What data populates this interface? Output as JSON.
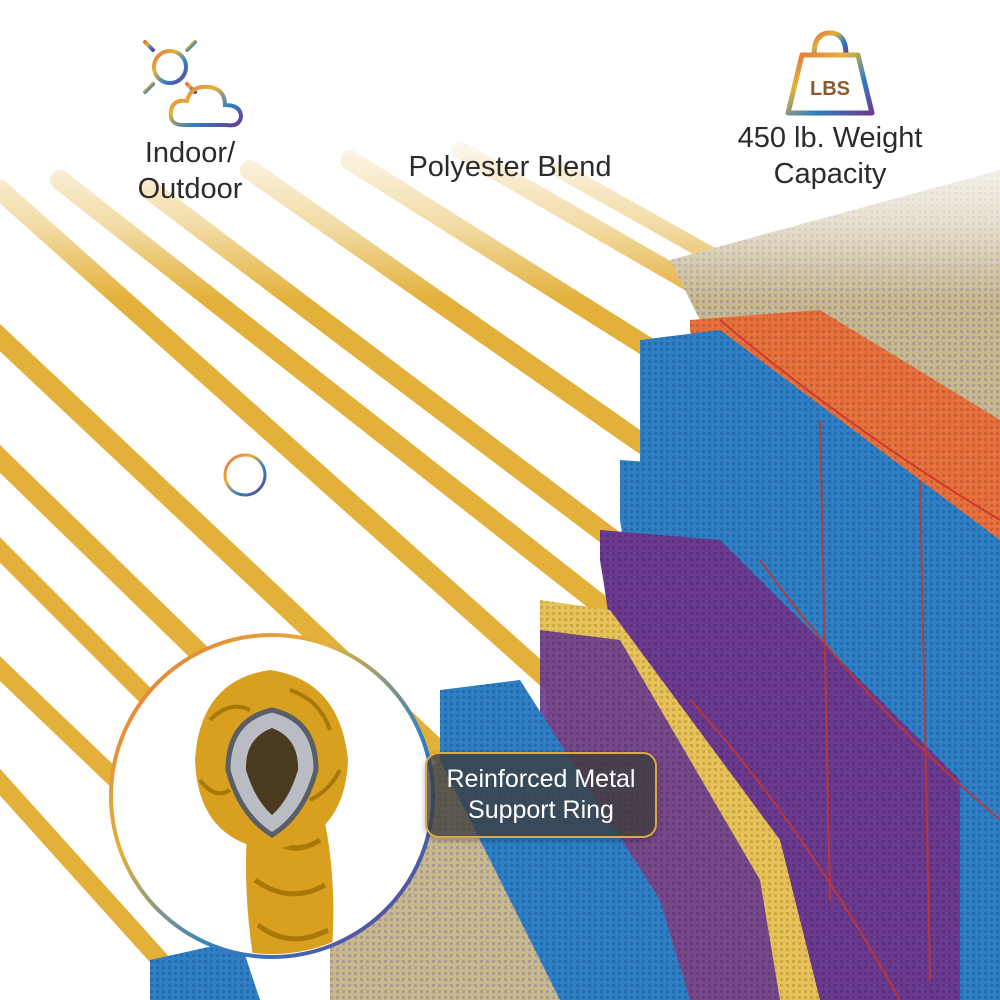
{
  "features": [
    {
      "icon": "sun-cloud-icon",
      "label_line1": "Indoor/",
      "label_line2": "Outdoor"
    },
    {
      "icon": "fabric-grid-icon",
      "label_line1": "Polyester Blend"
    },
    {
      "icon": "weight-icon",
      "icon_text": "LBS",
      "label_line1": "450 lb. Weight",
      "label_line2": "Capacity"
    }
  ],
  "callout": {
    "line1": "Reinforced Metal",
    "line2": "Support Ring"
  },
  "colors": {
    "rope": "#e3b13a",
    "orange": "#e8703a",
    "blue": "#2e7fc4",
    "purple": "#6b3a8e",
    "tan": "#c9b98a",
    "red_thread": "#c8342c"
  }
}
